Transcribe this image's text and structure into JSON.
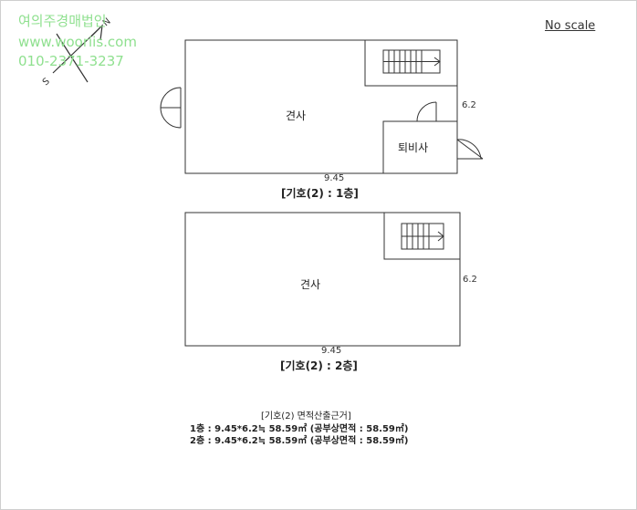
{
  "watermark": {
    "company": "여의주경매법인",
    "website": "www.wooriis.com",
    "phone": "010-2371-3237"
  },
  "scale_note": "No scale",
  "north_arrow": {
    "letter_n": "N",
    "letter_s": "S"
  },
  "floor1": {
    "room_main": "견사",
    "room_side": "퇴비사",
    "width_dim": "9.45",
    "depth_dim": "6.2",
    "caption": "[기호(2) : 1층]"
  },
  "floor2": {
    "room_main": "견사",
    "width_dim": "9.45",
    "depth_dim": "6.2",
    "caption": "[기호(2) : 2층]"
  },
  "area_calc": {
    "title": "[기호(2) 면적산출근거]",
    "line1": "1층 : 9.45*6.2≒ 58.59㎡ (공부상면적 : 58.59㎡)",
    "line2": "2층 : 9.45*6.2≒ 58.59㎡ (공부상면적 : 58.59㎡)"
  }
}
